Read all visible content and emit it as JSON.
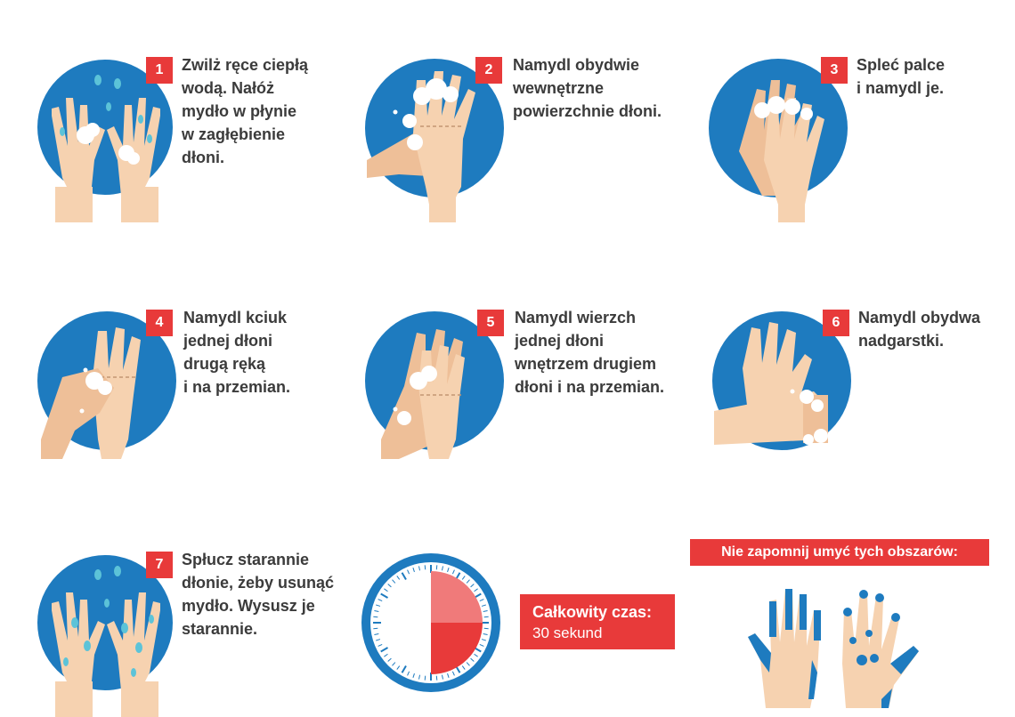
{
  "steps": [
    {
      "num": "1",
      "text": "Zwilż ręce ciepłą\nwodą. Nałóż\nmydło w płynie\nw zagłębienie\ndłoni."
    },
    {
      "num": "2",
      "text": "Namydl obydwie\nwewnętrzne\npowierzchnie dłoni."
    },
    {
      "num": "3",
      "text": "Spleć palce\ni namydl je."
    },
    {
      "num": "4",
      "text": "Namydl kciuk\njednej dłoni\ndrugą ręką\ni na przemian."
    },
    {
      "num": "5",
      "text": "Namydl wierzch\njednej dłoni\nwnętrzem drugiem\ndłoni i na przemian."
    },
    {
      "num": "6",
      "text": "Namydl obydwa\nnadgarstki."
    },
    {
      "num": "7",
      "text": "Spłucz starannie\ndłonie, żeby usunąć\nmydło. Wysusz je\nstarannie."
    }
  ],
  "total_time": {
    "label": "Całkowity czas:",
    "value": "30 sekund"
  },
  "reminder": {
    "label": "Nie zapomnij umyć tych obszarów:"
  },
  "colors": {
    "blue": "#1e7bbf",
    "red": "#e83a3a",
    "skin": "#f6d2b0",
    "skin_dark": "#eebf98",
    "foam": "#ffffff",
    "text": "#3b3b3b"
  }
}
